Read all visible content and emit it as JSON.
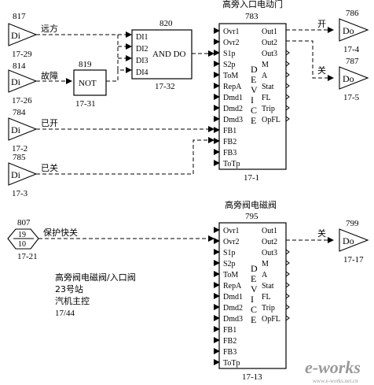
{
  "inputs": [
    {
      "num": "817",
      "kind": "Di",
      "ref": "17-29",
      "signal": "远方"
    },
    {
      "num": "814",
      "kind": "Di",
      "ref": "17-26",
      "signal": "故障"
    },
    {
      "num": "784",
      "kind": "Di",
      "ref": "17-2",
      "signal": "已开"
    },
    {
      "num": "785",
      "kind": "Di",
      "ref": "17-3",
      "signal": "已关"
    }
  ],
  "not_gate": {
    "num": "819",
    "label": "NOT",
    "ref": "17-31"
  },
  "and_gate": {
    "num": "820",
    "label": "AND DO",
    "ref": "17-32",
    "inputs": [
      "DI1",
      "DI2",
      "DI3",
      "DI4"
    ]
  },
  "device1": {
    "title": "高旁入口电动门",
    "num": "783",
    "ref": "17-1",
    "inputs": [
      "Ovr1",
      "Ovr2",
      "S1p",
      "S2p",
      "ToM",
      "RepA",
      "Dmd1",
      "Dmd2",
      "Dmd3",
      "FB1",
      "FB2",
      "FB3",
      "ToTp"
    ],
    "outputs": [
      "Out1",
      "Out2",
      "Out3",
      "M",
      "A",
      "Stat",
      "FL",
      "Trip",
      "OpFL"
    ],
    "device_letters": [
      "D",
      "E",
      "V",
      "I",
      "C",
      "E"
    ]
  },
  "device2": {
    "title": "高旁阀电磁阀",
    "num": "795",
    "ref": "17-13",
    "inputs": [
      "Ovr1",
      "Ovr2",
      "S1p",
      "S2p",
      "ToM",
      "RepA",
      "Dmd1",
      "Dmd2",
      "Dmd3",
      "FB1",
      "FB2",
      "FB3",
      "ToTp"
    ],
    "outputs": [
      "Out1",
      "Out2",
      "Out3",
      "M",
      "A",
      "Stat",
      "FL",
      "Trip",
      "OpFL"
    ],
    "device_letters": [
      "D",
      "E",
      "V",
      "I",
      "C",
      "E"
    ]
  },
  "outputs": [
    {
      "num": "786",
      "kind": "Do",
      "ref": "17-4",
      "signal": "开"
    },
    {
      "num": "787",
      "kind": "Do",
      "ref": "17-5",
      "signal": "关"
    },
    {
      "num": "799",
      "kind": "Do",
      "ref": "17-17",
      "signal": "关"
    }
  ],
  "protect_input": {
    "num": "807",
    "top": "19",
    "bottom": "10",
    "ref": "17-21",
    "signal": "保护快关"
  },
  "note": {
    "line1": "高旁阀电磁阀/入口阀",
    "line2": "23号站",
    "line3": "汽机主控",
    "line4": "17/44"
  },
  "watermark": "e-works",
  "watermark_domain": "www.e-works.net.cn"
}
